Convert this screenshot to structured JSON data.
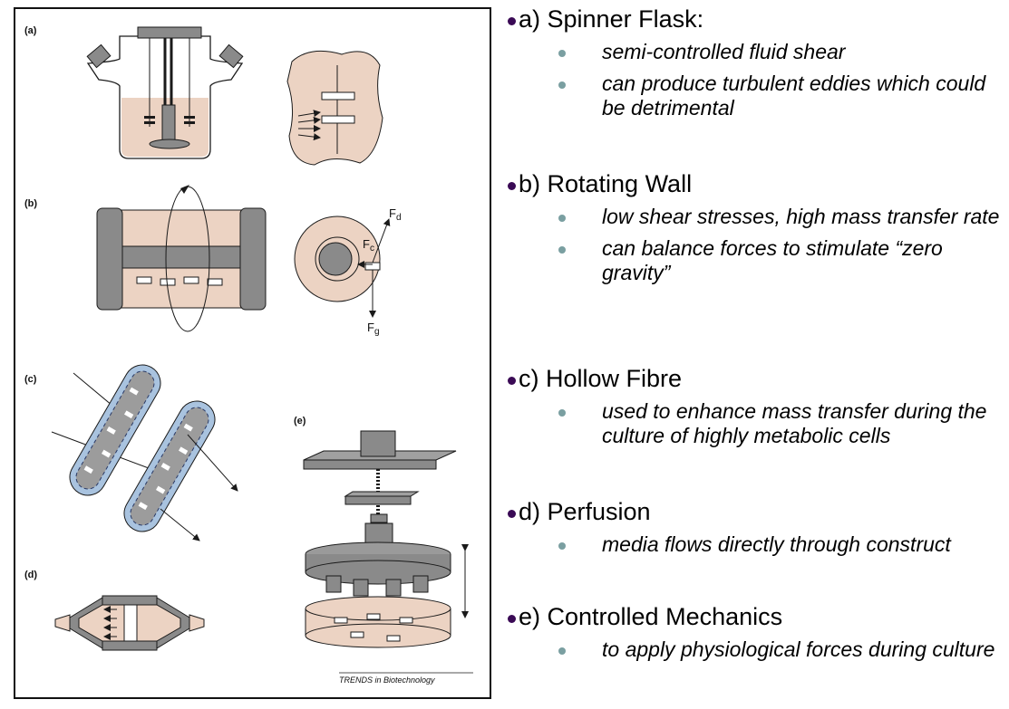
{
  "figure": {
    "panel_labels": [
      "(a)",
      "(b)",
      "(c)",
      "(d)",
      "(e)"
    ],
    "force_labels": {
      "fd": "F",
      "fd_sub": "d",
      "fc": "F",
      "fc_sub": "c",
      "fg": "F",
      "fg_sub": "g"
    },
    "credit": "TRENDS in Biotechnology",
    "colors": {
      "fluid": "#ecd3c3",
      "metal": "#8a8a8a",
      "fibre": "#a9c3df",
      "outline": "#1a1a1a"
    }
  },
  "sections": [
    {
      "label": "a) Spinner Flask:",
      "items": [
        "semi-controlled fluid shear",
        "can produce turbulent eddies which could be detrimental"
      ]
    },
    {
      "label": "b) Rotating Wall",
      "items": [
        "low shear stresses, high mass transfer rate",
        "can balance forces to stimulate “zero gravity”"
      ]
    },
    {
      "label": "c) Hollow Fibre",
      "items": [
        "used to enhance mass transfer during the culture of highly metabolic cells"
      ]
    },
    {
      "label": "d) Perfusion",
      "items": [
        "media flows directly through construct"
      ]
    },
    {
      "label": "e) Controlled Mechanics",
      "items": [
        "to apply physiological forces during culture"
      ]
    }
  ],
  "colors": {
    "bullet": "#3a0a55",
    "sub_bullet": "#7a9fa1"
  }
}
